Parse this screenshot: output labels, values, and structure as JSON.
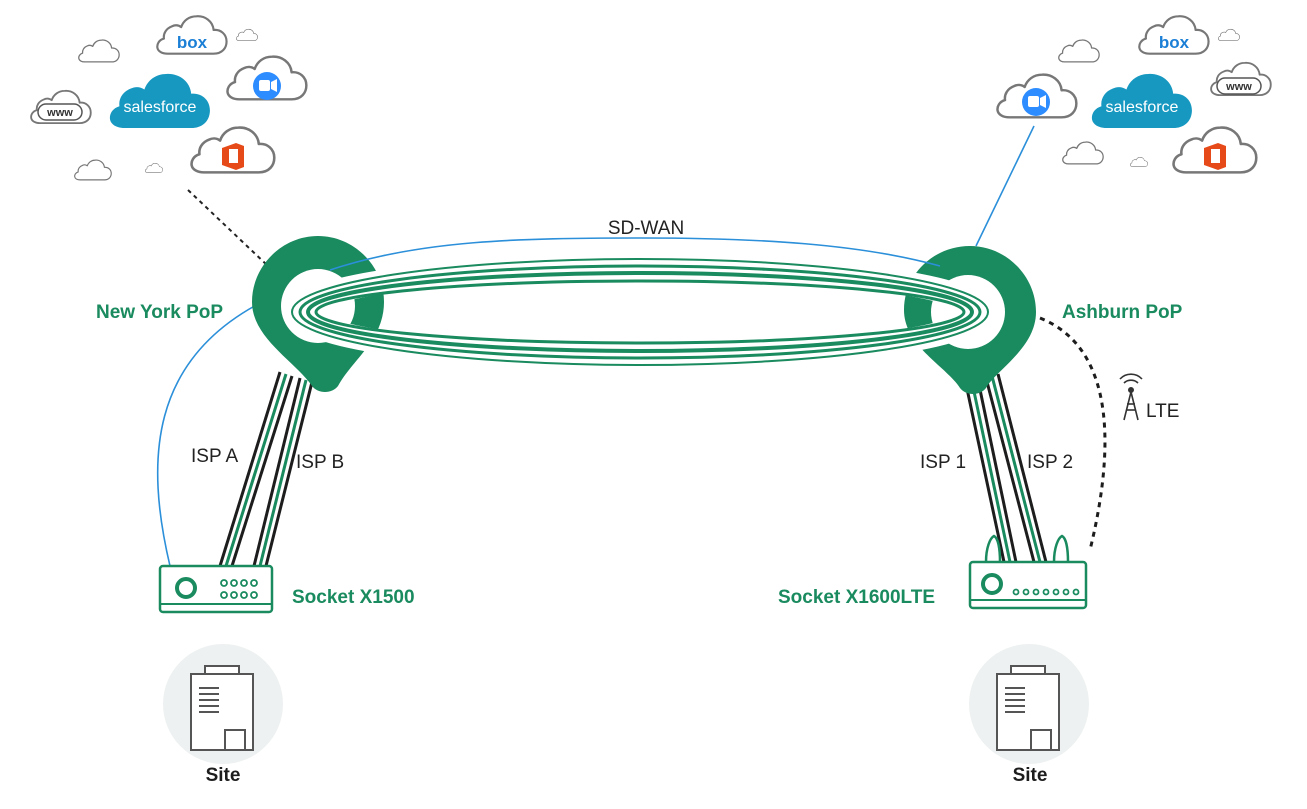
{
  "colors": {
    "brand_green": "#1a8a5f",
    "link_blue": "#2b8fd9",
    "cloud_outline": "#777777",
    "salesforce_blue": "#1798c1",
    "office_red": "#e64a19",
    "site_bg": "#eef1f1"
  },
  "overlay": {
    "label": "SD-WAN"
  },
  "pops": {
    "left": {
      "label": "New York PoP"
    },
    "right": {
      "label": "Ashburn PoP"
    }
  },
  "links": {
    "isp_a": "ISP A",
    "isp_b": "ISP B",
    "isp_1": "ISP 1",
    "isp_2": "ISP 2",
    "lte": "LTE"
  },
  "devices": {
    "left": {
      "label": "Socket X1500"
    },
    "right": {
      "label": "Socket X1600LTE"
    }
  },
  "sites": {
    "left": {
      "label": "Site"
    },
    "right": {
      "label": "Site"
    }
  },
  "cloud_apps": {
    "box": "box",
    "salesforce": "salesforce",
    "www": "www",
    "icons": [
      "box-logo",
      "salesforce-logo",
      "zoom-icon",
      "office-icon",
      "www-cloud",
      "cloud-icon"
    ]
  }
}
